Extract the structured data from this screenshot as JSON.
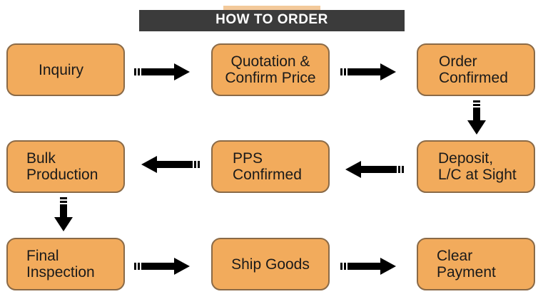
{
  "title": "HOW TO ORDER",
  "colors": {
    "box_fill": "#f2ab5c",
    "box_border": "#8a6a47",
    "banner": "#3b3b3b",
    "arrow": "#000000"
  },
  "steps": [
    {
      "label": "Inquiry"
    },
    {
      "label": "Quotation &\nConfirm Price"
    },
    {
      "label": "Order\nConfirmed"
    },
    {
      "label": "Deposit,\nL/C at Sight"
    },
    {
      "label": "PPS\nConfirmed"
    },
    {
      "label": "Bulk\nProduction"
    },
    {
      "label": "Final\nInspection"
    },
    {
      "label": "Ship Goods"
    },
    {
      "label": "Clear\nPayment"
    }
  ],
  "arrows": [
    {
      "from": "Inquiry",
      "to": "Quotation & Confirm Price",
      "direction": "right"
    },
    {
      "from": "Quotation & Confirm Price",
      "to": "Order Confirmed",
      "direction": "right"
    },
    {
      "from": "Order Confirmed",
      "to": "Deposit, L/C at Sight",
      "direction": "down"
    },
    {
      "from": "Deposit, L/C at Sight",
      "to": "PPS Confirmed",
      "direction": "left"
    },
    {
      "from": "PPS Confirmed",
      "to": "Bulk Production",
      "direction": "left"
    },
    {
      "from": "Bulk Production",
      "to": "Final Inspection",
      "direction": "down"
    },
    {
      "from": "Final Inspection",
      "to": "Ship Goods",
      "direction": "right"
    },
    {
      "from": "Ship Goods",
      "to": "Clear Payment",
      "direction": "right"
    }
  ]
}
